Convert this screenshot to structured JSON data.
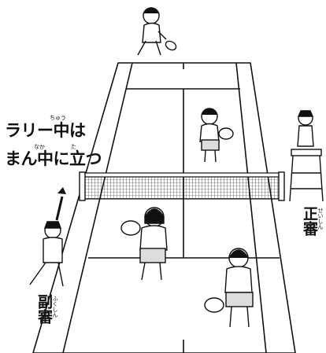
{
  "caption": {
    "line1": "ラリー中は",
    "line2": "まん中に立つ",
    "ruby_chuu": "ちゅう",
    "ruby_naka": "なか",
    "ruby_ta": "た"
  },
  "chief_umpire": {
    "label": "正審",
    "ruby": "せいしん"
  },
  "sub_umpire": {
    "label": "副審",
    "ruby": "ふくしん"
  },
  "icons": [
    "up-arrow-icon",
    "tennis-racket-icon",
    "umpire-chair-icon"
  ]
}
